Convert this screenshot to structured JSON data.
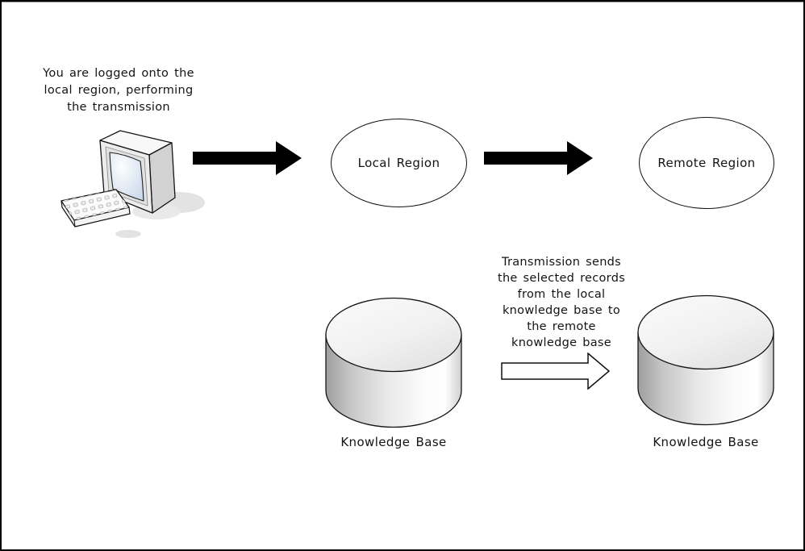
{
  "frame": {
    "background": "#ffffff",
    "border_color": "#000000"
  },
  "annotations": {
    "operator_note": {
      "lines": [
        "You are logged onto the",
        "local region, performing",
        "the transmission"
      ]
    },
    "transmission_note": {
      "lines": [
        "Transmission sends",
        "the selected records",
        "from the local",
        "knowledge base to",
        "the remote",
        "knowledge base"
      ]
    }
  },
  "nodes": {
    "local_region": {
      "label": "Local Region",
      "shape": "ellipse"
    },
    "remote_region": {
      "label": "Remote Region",
      "shape": "ellipse"
    },
    "local_knowledge_base": {
      "label": "Knowledge Base",
      "shape": "cylinder"
    },
    "remote_knowledge_base": {
      "label": "Knowledge Base",
      "shape": "cylinder"
    }
  },
  "icons": {
    "computer": "workstation-computer-icon",
    "flow_arrow_computer_to_local": "solid-right-arrow-icon",
    "flow_arrow_local_to_remote": "solid-right-arrow-icon",
    "transmission_arrow": "hollow-right-arrow-icon"
  },
  "colors": {
    "outline": "#000000",
    "text": "#141414",
    "screen_tint": "#d9e3f1",
    "monitor_case": "#ececec",
    "cylinder_dark": "#9e9e9e",
    "cylinder_light": "#ffffff",
    "shadow": "#e0e0e0"
  }
}
